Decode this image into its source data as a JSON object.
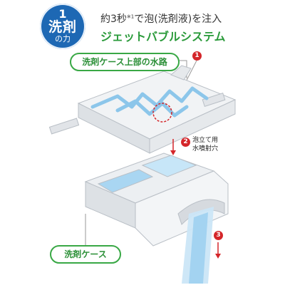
{
  "badge": {
    "number": "1",
    "word": "洗剤",
    "suffix": "の力"
  },
  "headline": {
    "text_before": "約3秒",
    "footnote": "※1",
    "text_after": "で泡(洗剤液)を注入"
  },
  "subhead": "ジェットバブルシステム",
  "labels": {
    "top": "洗剤ケース上部の水路",
    "bottom": "洗剤ケース"
  },
  "markers": [
    {
      "number": "1"
    },
    {
      "number": "2",
      "caption_line1": "泡立て用",
      "caption_line2": "水噴射穴"
    },
    {
      "number": "3"
    }
  ],
  "colors": {
    "badge_blue": "#1d68b4",
    "green": "#39a845",
    "marker_red": "#d4262a",
    "water_blue": "#8cc6ea"
  }
}
